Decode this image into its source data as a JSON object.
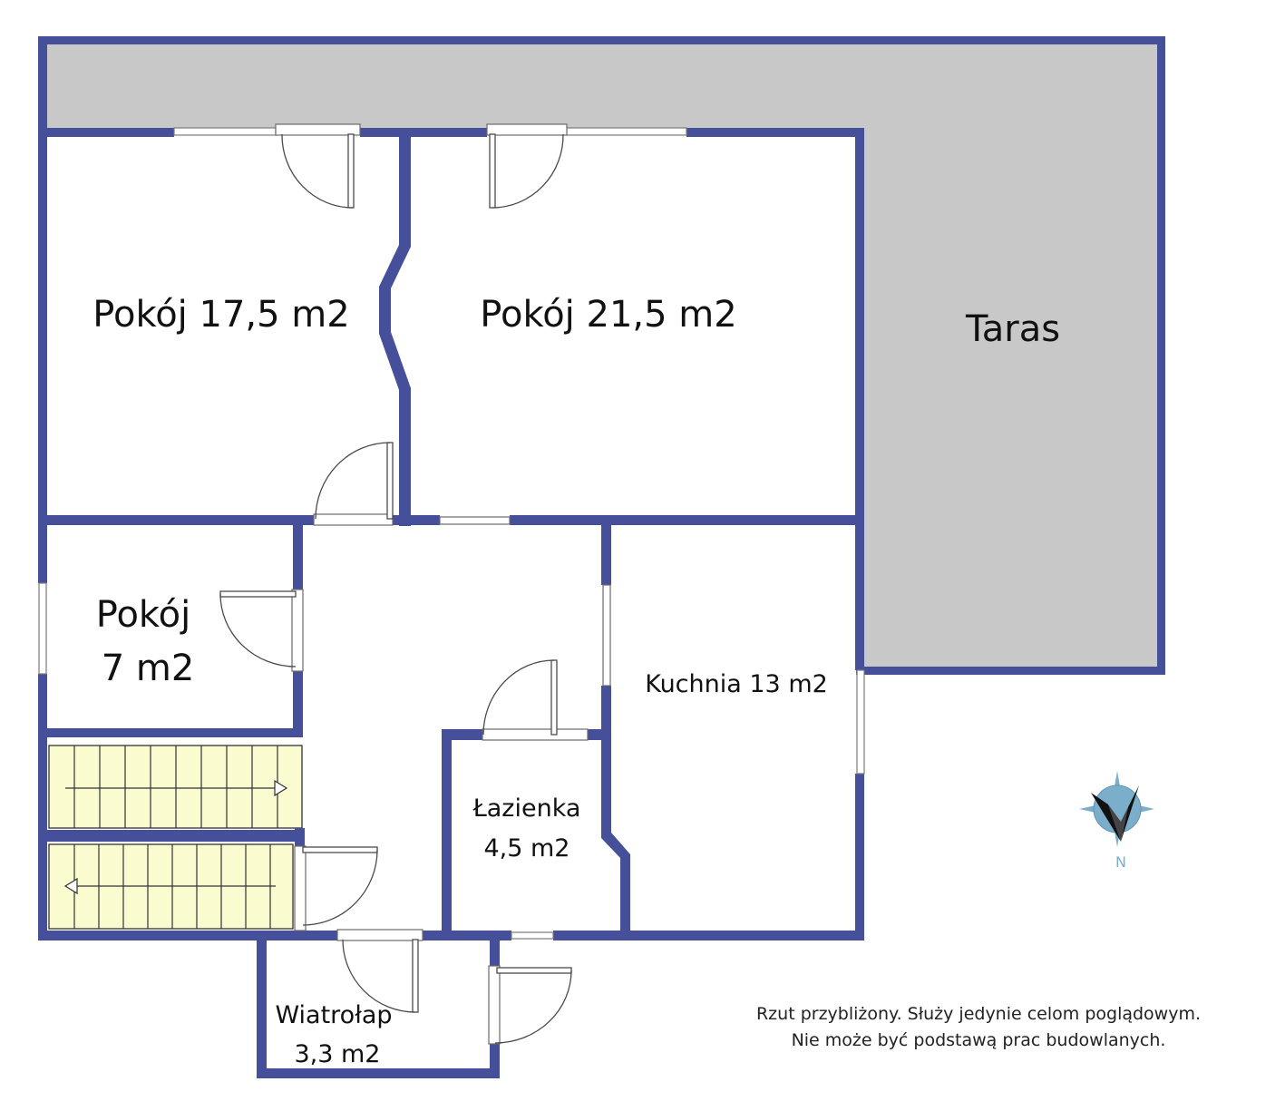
{
  "rooms": {
    "pokoj_17": "Pokój 17,5 m2",
    "pokoj_21": "Pokój 21,5 m2",
    "taras": "Taras",
    "pokoj_7_line1": "Pokój",
    "pokoj_7_line2": "7 m2",
    "kuchnia": "Kuchnia 13 m2",
    "lazienka_line1": "Łazienka",
    "lazienka_line2": "4,5 m2",
    "wiatrolap_line1": "Wiatrołap",
    "wiatrolap_line2": "3,3 m2"
  },
  "compass": {
    "letter": "N"
  },
  "disclaimer": {
    "line1": "Rzut przybliżony. Służy jedynie celom poglądowym.",
    "line2": "Nie może być podstawą prac budowlanych."
  },
  "colors": {
    "wall": "#46509a",
    "terrace": "#c8c8c8",
    "stairs": "#fbfbd0",
    "compass": "#7aaecb"
  }
}
